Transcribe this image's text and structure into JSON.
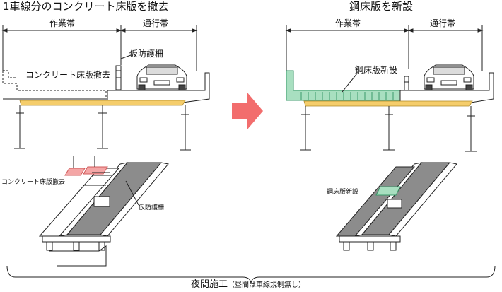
{
  "left_panel": {
    "title": "1車線分のコンクリート床版を撤去",
    "work_zone_label": "作業帯",
    "traffic_lane_label": "通行帯",
    "guard_fence_label": "仮防護柵",
    "demolition_label": "コンクリート床版撤去",
    "iso_demolition_label": "コンクリート床版撤去",
    "iso_guard_fence_label": "仮防護柵"
  },
  "right_panel": {
    "title": "鋼床版を新設",
    "work_zone_label": "作業帯",
    "traffic_lane_label": "通行帯",
    "new_deck_label": "鋼床版新設",
    "iso_new_deck_label": "鋼床版新設"
  },
  "caption": {
    "main": "夜間施工",
    "note": "（昼間は車線規制無し）"
  },
  "colors": {
    "arrow": "#f26d6d",
    "bearing": "#f5cd6b",
    "steel_deck": "#a8dfc0",
    "steel_deck_stroke": "#3a9a6a",
    "removal_pink": "#f4a6a6",
    "road": "#8c8c8c",
    "line": "#222222"
  }
}
